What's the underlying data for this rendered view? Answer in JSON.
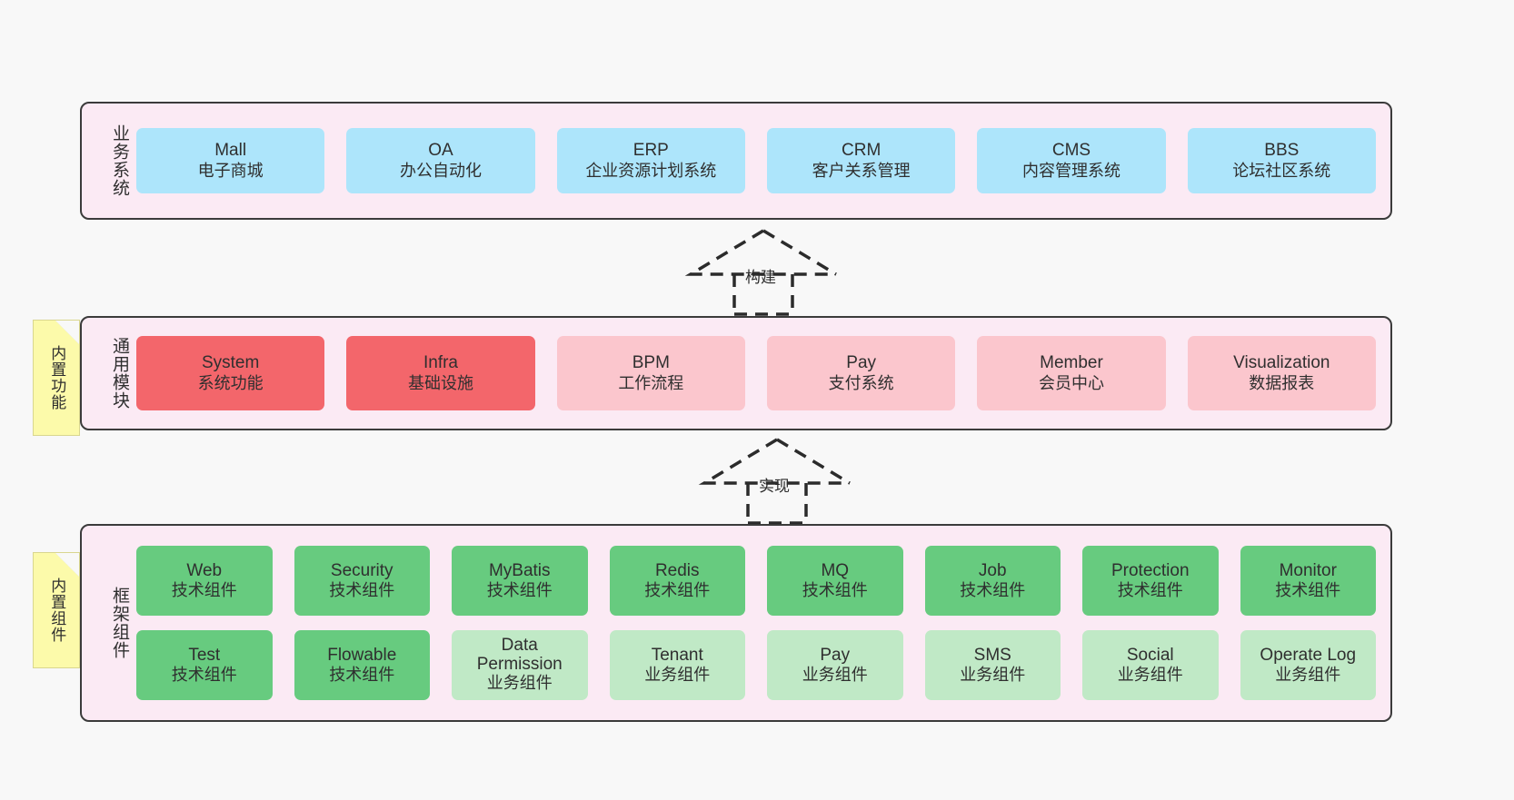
{
  "diagram": {
    "background": "#f8f8f8",
    "panel_bg": "#fbeaf4",
    "panel_border": "#3b3b3b"
  },
  "layers": [
    {
      "id": "business",
      "title": "业务系统",
      "rows": [
        {
          "nodes": [
            {
              "title": "Mall",
              "sub": "电子商城",
              "color": "#ade5fb",
              "style": "blue"
            },
            {
              "title": "OA",
              "sub": "办公自动化",
              "color": "#ade5fb",
              "style": "blue"
            },
            {
              "title": "ERP",
              "sub": "企业资源计划系统",
              "color": "#ade5fb",
              "style": "blue"
            },
            {
              "title": "CRM",
              "sub": "客户关系管理",
              "color": "#ade5fb",
              "style": "blue"
            },
            {
              "title": "CMS",
              "sub": "内容管理系统",
              "color": "#ade5fb",
              "style": "blue"
            },
            {
              "title": "BBS",
              "sub": "论坛社区系统",
              "color": "#ade5fb",
              "style": "blue"
            }
          ]
        }
      ]
    },
    {
      "id": "module",
      "title": "通用模块",
      "rows": [
        {
          "nodes": [
            {
              "title": "System",
              "sub": "系统功能",
              "color": "#f3666b",
              "style": "red"
            },
            {
              "title": "Infra",
              "sub": "基础设施",
              "color": "#f3666b",
              "style": "red"
            },
            {
              "title": "BPM",
              "sub": "工作流程",
              "color": "#fbc6cd",
              "style": "pink"
            },
            {
              "title": "Pay",
              "sub": "支付系统",
              "color": "#fbc6cd",
              "style": "pink"
            },
            {
              "title": "Member",
              "sub": "会员中心",
              "color": "#fbc6cd",
              "style": "pink"
            },
            {
              "title": "Visualization",
              "sub": "数据报表",
              "color": "#fbc6cd",
              "style": "pink"
            }
          ]
        }
      ]
    },
    {
      "id": "framework",
      "title": "框架组件",
      "rows": [
        {
          "nodes": [
            {
              "title": "Web",
              "sub": "技术组件",
              "color": "#67cb7f",
              "style": "green"
            },
            {
              "title": "Security",
              "sub": "技术组件",
              "color": "#67cb7f",
              "style": "green"
            },
            {
              "title": "MyBatis",
              "sub": "技术组件",
              "color": "#67cb7f",
              "style": "green"
            },
            {
              "title": "Redis",
              "sub": "技术组件",
              "color": "#67cb7f",
              "style": "green"
            },
            {
              "title": "MQ",
              "sub": "技术组件",
              "color": "#67cb7f",
              "style": "green"
            },
            {
              "title": "Job",
              "sub": "技术组件",
              "color": "#67cb7f",
              "style": "green"
            },
            {
              "title": "Protection",
              "sub": "技术组件",
              "color": "#67cb7f",
              "style": "green"
            },
            {
              "title": "Monitor",
              "sub": "技术组件",
              "color": "#67cb7f",
              "style": "green"
            }
          ]
        },
        {
          "nodes": [
            {
              "title": "Test",
              "sub": "技术组件",
              "color": "#67cb7f",
              "style": "green"
            },
            {
              "title": "Flowable",
              "sub": "技术组件",
              "color": "#67cb7f",
              "style": "green"
            },
            {
              "title": "Data Permission",
              "sub": "业务组件",
              "color": "#c0e9c6",
              "style": "lgreen"
            },
            {
              "title": "Tenant",
              "sub": "业务组件",
              "color": "#c0e9c6",
              "style": "lgreen"
            },
            {
              "title": "Pay",
              "sub": "业务组件",
              "color": "#c0e9c6",
              "style": "lgreen"
            },
            {
              "title": "SMS",
              "sub": "业务组件",
              "color": "#c0e9c6",
              "style": "lgreen"
            },
            {
              "title": "Social",
              "sub": "业务组件",
              "color": "#c0e9c6",
              "style": "lgreen"
            },
            {
              "title": "Operate Log",
              "sub": "业务组件",
              "color": "#c0e9c6",
              "style": "lgreen"
            }
          ]
        }
      ]
    }
  ],
  "stickies": [
    {
      "id": "builtin-func",
      "label": "内置功能",
      "color": "#fcfaaa"
    },
    {
      "id": "builtin-comp",
      "label": "内置组件",
      "color": "#fcfaaa"
    }
  ],
  "connectors": [
    {
      "id": "build",
      "label": "构建",
      "style": "dashed-generalization",
      "direction": "up"
    },
    {
      "id": "impl",
      "label": "实现",
      "style": "dashed-generalization",
      "direction": "up"
    }
  ]
}
